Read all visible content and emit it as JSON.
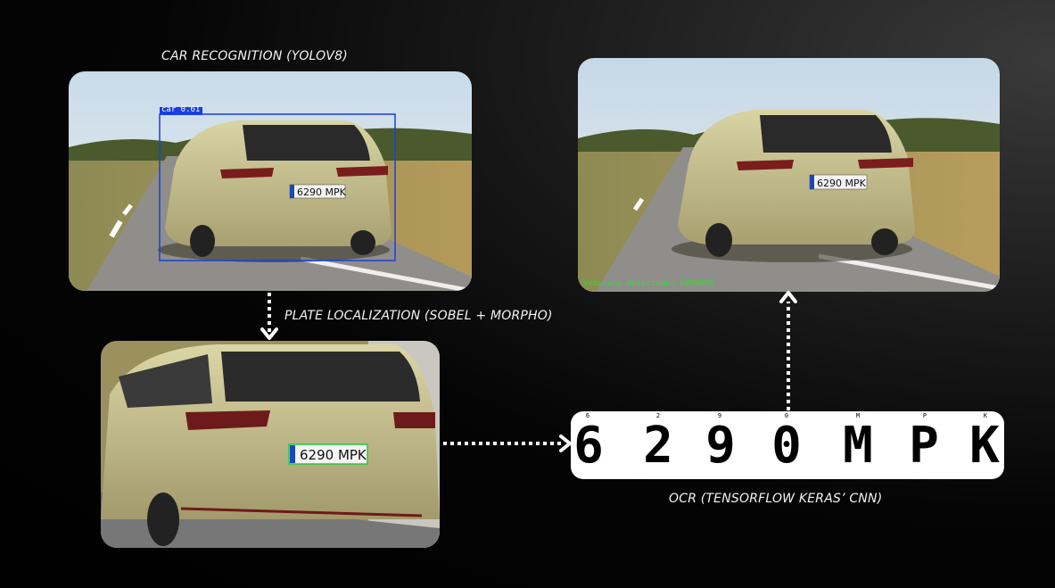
{
  "captions": {
    "car_recognition": "CAR RECOGNITION (YOLOV8)",
    "plate_localization": "PLATE LOCALIZATION (SOBEL + MORPHO)",
    "ocr": "OCR (TENSORFLOW KERAS’ CNN)"
  },
  "detection": {
    "label": "car 0.61",
    "box_color": "#1a3fe0"
  },
  "plate": {
    "text": "6290 MPK",
    "highlight_color": "#22cc44"
  },
  "ocr_strip": {
    "characters": [
      "6",
      "2",
      "9",
      "0",
      "M",
      "P",
      "K"
    ],
    "mini_labels": [
      "6",
      "2",
      "9",
      "0",
      "M",
      "P",
      "K"
    ]
  },
  "result": {
    "overlay": "Vehicule detectado: 6290MPK",
    "overlay_color": "#2ee02e"
  },
  "colors": {
    "background": "#000000",
    "caption": "#f2f2f2",
    "arrow": "#ffffff"
  }
}
